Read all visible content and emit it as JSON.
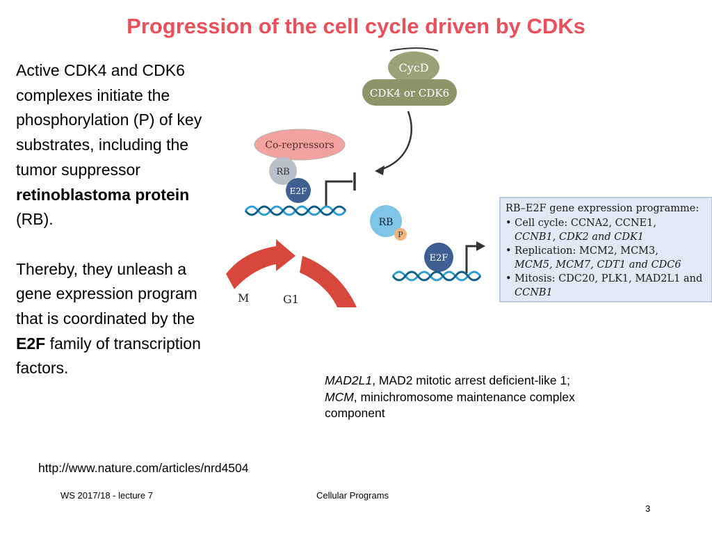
{
  "slide": {
    "title": "Progression of the cell cycle driven by CDKs",
    "left_text": {
      "p1_a": "Active CDK4 and CDK6 complexes initiate the phosphorylation (P) of key substrates, including the tumor suppressor ",
      "p1_bold": "retinoblastoma protein",
      "p1_b": " (RB).",
      "p2_a": "Thereby, they unleash a gene expression program that is coordinated by the ",
      "p2_bold": "E2F",
      "p2_b": " family of transcription factors."
    },
    "caption": {
      "term1": "MAD2L1",
      "def1": ", MAD2 mitotic arrest deficient-like 1;",
      "term2": "MCM",
      "def2": ", minichromosome maintenance complex component"
    },
    "url": "http://www.nature.com/articles/nrd4504",
    "footer_left": "WS 2017/18 - lecture 7",
    "footer_center": "Cellular Programs",
    "page_number": "3"
  },
  "figure": {
    "cycd": "CycD",
    "cdk": "CDK4 or CDK6",
    "corepressors": "Co-repressors",
    "rb": "RB",
    "e2f": "E2F",
    "p": "P",
    "g1": "G1",
    "m": "M",
    "box_title": "RB–E2F gene expression programme:",
    "box_lines": [
      "• Cell cycle: CCNA2, CCNE1,",
      "CCNB1, CDK2 and CDK1",
      "• Replication: MCM2, MCM3,",
      "MCM5, MCM7, CDT1 and CDC6",
      "• Mitosis: CDC20, PLK1, MAD2L1 and",
      "CCNB1"
    ],
    "colors": {
      "title_red": "#e8505b",
      "cyc_green": "#9aa378",
      "cdk_green": "#8c9567",
      "corepressor_pink": "#f2a3a0",
      "rb_grey": "#b7c0c8",
      "rb_blue": "#7ec4e6",
      "e2f_navy": "#3f5e92",
      "p_orange": "#f0b57a",
      "arrow_red": "#d8473c",
      "dna_blue": "#2d9fd6",
      "box_bg": "#dfeaf4",
      "box_border": "#a7c0da"
    }
  }
}
